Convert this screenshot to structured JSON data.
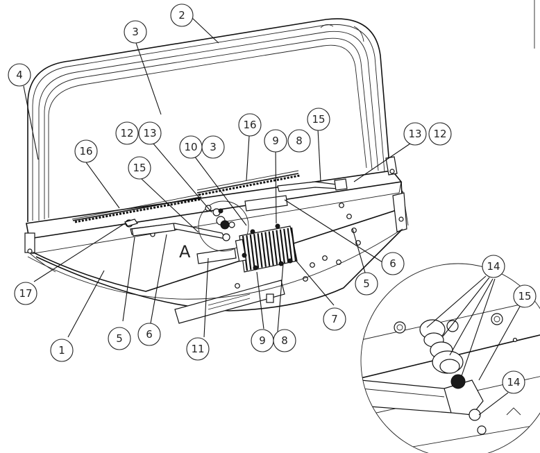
{
  "diagram": {
    "view_label": "A",
    "callouts": [
      {
        "id": "c2",
        "label": "2"
      },
      {
        "id": "c3a",
        "label": "3"
      },
      {
        "id": "c4",
        "label": "4"
      },
      {
        "id": "c12a",
        "label": "12"
      },
      {
        "id": "c13a",
        "label": "13"
      },
      {
        "id": "c16a",
        "label": "16"
      },
      {
        "id": "c10",
        "label": "10"
      },
      {
        "id": "c3b",
        "label": "3"
      },
      {
        "id": "c16b",
        "label": "16"
      },
      {
        "id": "c9a",
        "label": "9"
      },
      {
        "id": "c8a",
        "label": "8"
      },
      {
        "id": "c15a",
        "label": "15"
      },
      {
        "id": "c13b",
        "label": "13"
      },
      {
        "id": "c12b",
        "label": "12"
      },
      {
        "id": "c15b",
        "label": "15"
      },
      {
        "id": "c6a",
        "label": "6"
      },
      {
        "id": "c5a",
        "label": "5"
      },
      {
        "id": "c17",
        "label": "17"
      },
      {
        "id": "c1",
        "label": "1"
      },
      {
        "id": "c5b",
        "label": "5"
      },
      {
        "id": "c6b",
        "label": "6"
      },
      {
        "id": "c11",
        "label": "11"
      },
      {
        "id": "c9b",
        "label": "9"
      },
      {
        "id": "c8b",
        "label": "8"
      },
      {
        "id": "c7",
        "label": "7"
      },
      {
        "id": "c14a",
        "label": "14"
      },
      {
        "id": "c15c",
        "label": "15"
      },
      {
        "id": "c14b",
        "label": "14"
      }
    ]
  }
}
